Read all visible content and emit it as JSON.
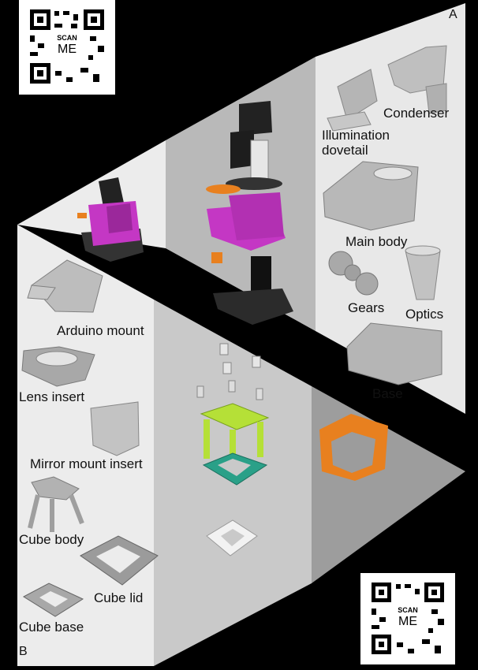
{
  "qr_codes": {
    "top_left": {
      "line1": "SCAN",
      "line2": "ME"
    },
    "bottom_right": {
      "line1": "SCAN",
      "line2": "ME"
    }
  },
  "panels": {
    "a": {
      "letter": "A",
      "labels": {
        "condenser": "Condenser",
        "illumination": "Illumination\ndovetail",
        "main_body": "Main body",
        "gears": "Gears",
        "optics": "Optics",
        "base": "Base"
      }
    },
    "b": {
      "letter": "B",
      "labels": {
        "arduino_mount": "Arduino mount",
        "lens_insert": "Lens insert",
        "mirror_mount_insert": "Mirror mount insert",
        "cube_body": "Cube body",
        "cube_lid": "Cube lid",
        "cube_base": "Cube base"
      }
    }
  },
  "colors": {
    "background": "#000000",
    "panel_light": "#ececec",
    "panel_mid": "#b9b9b9",
    "panel_dark": "#9d9d9d",
    "magenta": "#c437c4",
    "orange": "#e8801f",
    "lime": "#b5e037",
    "teal": "#2aa088",
    "gray_part": "#a8a8a8"
  }
}
